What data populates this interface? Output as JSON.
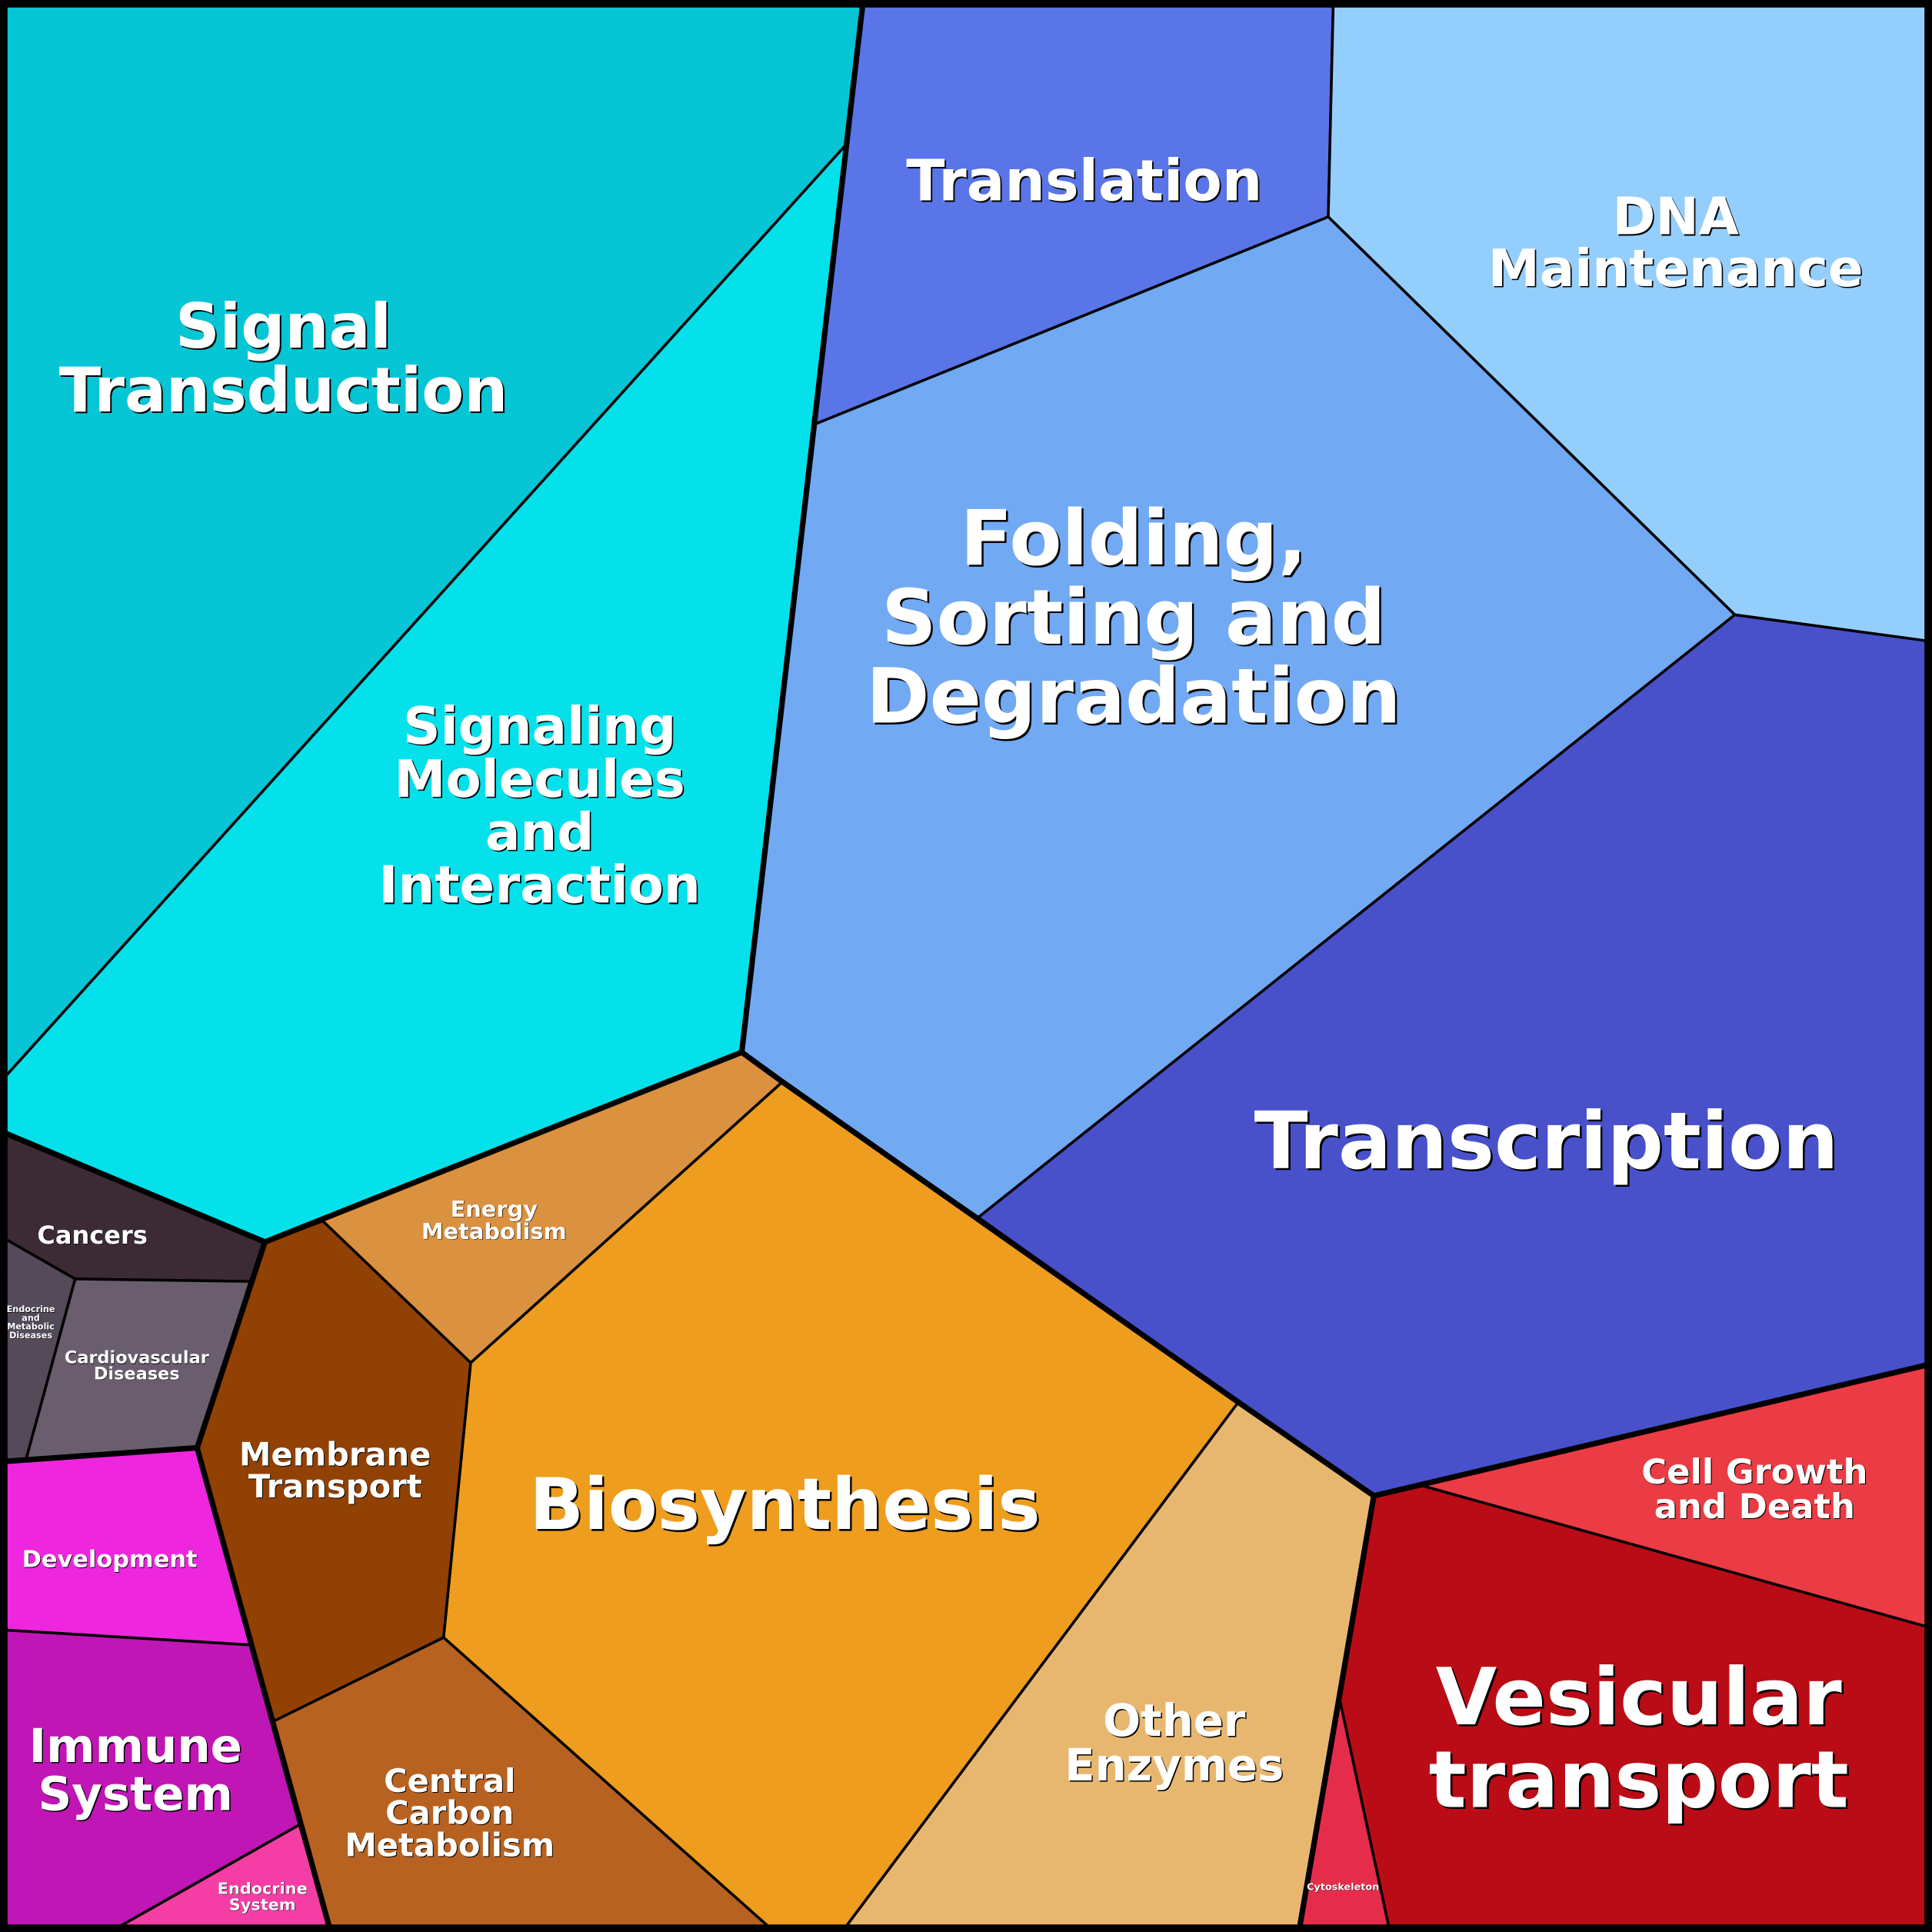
{
  "chart_data": {
    "type": "voronoi-treemap",
    "cells": [
      {
        "id": "signal-transduction",
        "label": [
          "Signal",
          "Transduction"
        ],
        "color": "#06c5d5"
      },
      {
        "id": "signaling-molecules",
        "label": [
          "Signaling",
          "Molecules",
          "and",
          "Interaction"
        ],
        "color": "#04e1ea"
      },
      {
        "id": "translation",
        "label": [
          "Translation"
        ],
        "color": "#5a75e8"
      },
      {
        "id": "dna-maintenance",
        "label": [
          "DNA",
          "Maintenance"
        ],
        "color": "#94cefd"
      },
      {
        "id": "folding",
        "label": [
          "Folding,",
          "Sorting and",
          "Degradation"
        ],
        "color": "#72a9f3"
      },
      {
        "id": "transcription",
        "label": [
          "Transcription"
        ],
        "color": "#4851ca"
      },
      {
        "id": "cell-growth",
        "label": [
          "Cell Growth",
          "and Death"
        ],
        "color": "#eb3b44"
      },
      {
        "id": "vesicular",
        "label": [
          "Vesicular",
          "transport"
        ],
        "color": "#ba0c16"
      },
      {
        "id": "cytoskeleton",
        "label": [
          "Cytoskeleton"
        ],
        "color": "#e62c4b"
      },
      {
        "id": "other-enzymes",
        "label": [
          "Other",
          "Enzymes"
        ],
        "color": "#e8b76f"
      },
      {
        "id": "biosynthesis",
        "label": [
          "Biosynthesis"
        ],
        "color": "#ee9d1e"
      },
      {
        "id": "energy-metabolism",
        "label": [
          "Energy",
          "Metabolism"
        ],
        "color": "#da9140"
      },
      {
        "id": "membrane-transport",
        "label": [
          "Membrane",
          "Transport"
        ],
        "color": "#924104"
      },
      {
        "id": "central-carbon",
        "label": [
          "Central",
          "Carbon",
          "Metabolism"
        ],
        "color": "#b86221"
      },
      {
        "id": "cancers",
        "label": [
          "Cancers"
        ],
        "color": "#3c2a35"
      },
      {
        "id": "endocrine-metabolic",
        "label": [
          "Endocrine",
          "and",
          "Metabolic",
          "Diseases"
        ],
        "color": "#544a5a"
      },
      {
        "id": "cardiovascular",
        "label": [
          "Cardiovascular",
          "Diseases"
        ],
        "color": "#6a5e6e"
      },
      {
        "id": "development",
        "label": [
          "Development"
        ],
        "color": "#ee26de"
      },
      {
        "id": "immune",
        "label": [
          "Immune",
          "System"
        ],
        "color": "#bf16b5"
      },
      {
        "id": "endocrine-system",
        "label": [
          "Endocrine",
          "System"
        ],
        "color": "#f53ea5"
      }
    ]
  }
}
